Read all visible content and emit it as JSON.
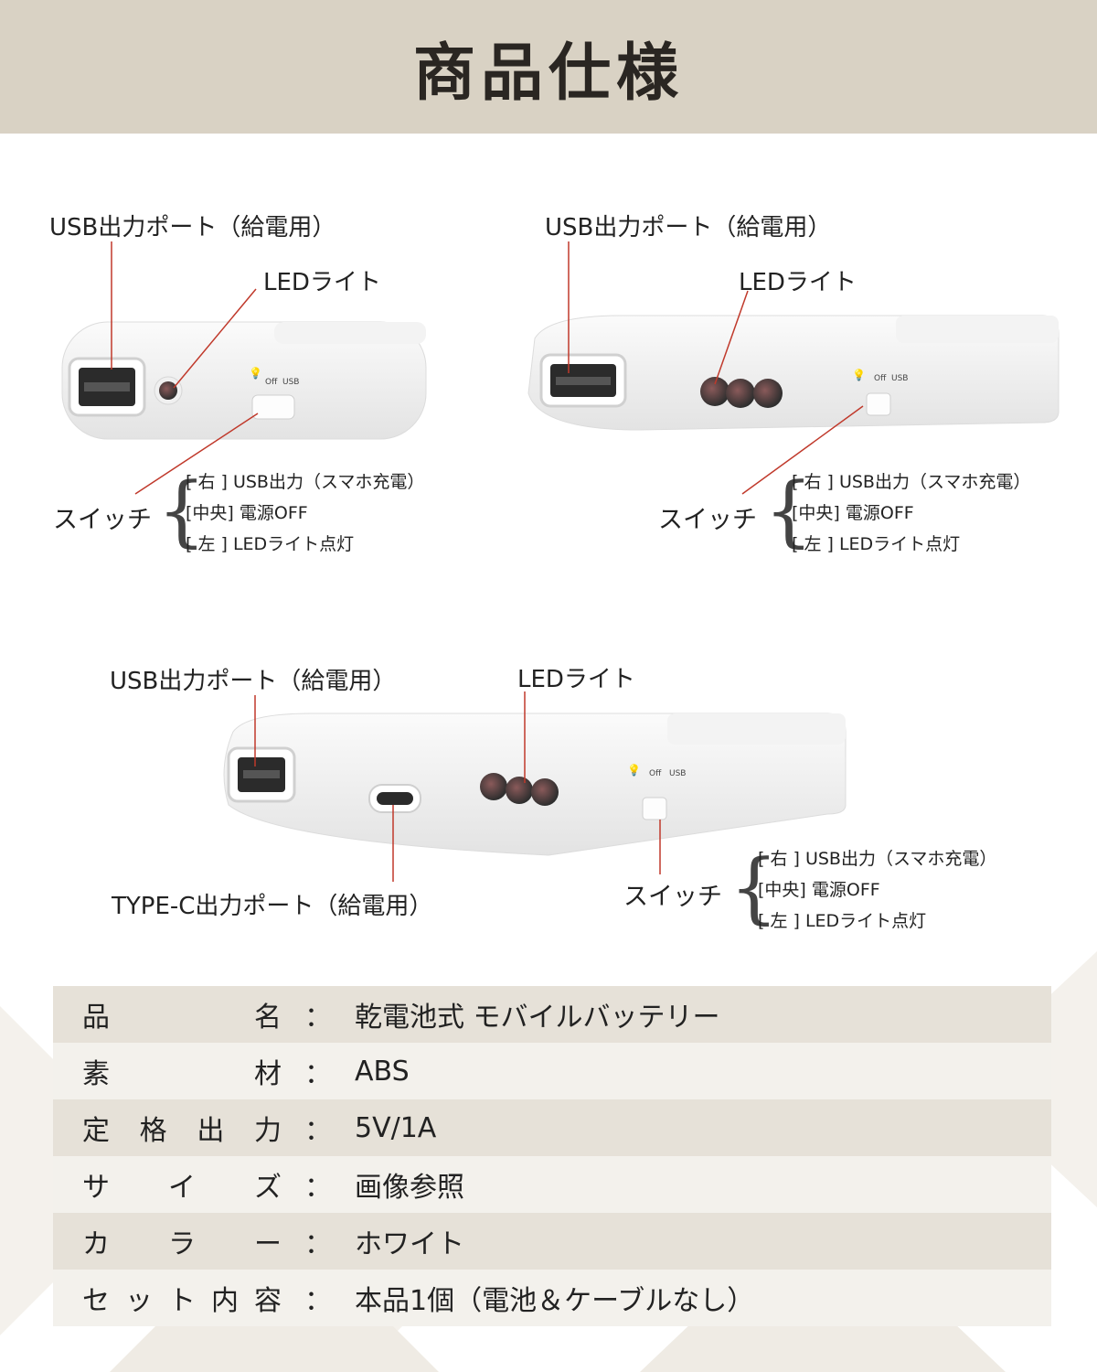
{
  "header": {
    "title": "商品仕様"
  },
  "views": [
    {
      "usb_label": "USB出力ポート（給電用）",
      "led_label": "LEDライト",
      "switch_label": "スイッチ",
      "switch_options": [
        "[ 右 ] USB出力（スマホ充電）",
        "[中央] 電源OFF",
        "[ 左 ] LEDライト点灯"
      ],
      "panel_marks": [
        "Off",
        "USB"
      ]
    },
    {
      "usb_label": "USB出力ポート（給電用）",
      "led_label": "LEDライト",
      "switch_label": "スイッチ",
      "switch_options": [
        "[ 右 ] USB出力（スマホ充電）",
        "[中央] 電源OFF",
        "[ 左 ] LEDライト点灯"
      ],
      "panel_marks": [
        "Off",
        "USB"
      ]
    },
    {
      "usb_label": "USB出力ポート（給電用）",
      "led_label": "LEDライト",
      "typec_label": "TYPE-C出力ポート（給電用）",
      "switch_label": "スイッチ",
      "switch_options": [
        "[ 右 ] USB出力（スマホ充電）",
        "[中央] 電源OFF",
        "[ 左 ] LEDライト点灯"
      ],
      "panel_marks": [
        "Off",
        "USB"
      ]
    }
  ],
  "specs": [
    {
      "label": [
        "品",
        "名"
      ],
      "value": "乾電池式 モバイルバッテリー"
    },
    {
      "label": [
        "素",
        "材"
      ],
      "value": "ABS"
    },
    {
      "label": [
        "定",
        "格",
        "出",
        "力"
      ],
      "value": "5V/1A"
    },
    {
      "label": [
        "サ",
        "イ",
        "ズ"
      ],
      "value": "画像参照"
    },
    {
      "label": [
        "カ",
        "ラ",
        "ー"
      ],
      "value": "ホワイト"
    },
    {
      "label": [
        "セ",
        "ッ",
        "ト",
        "内",
        "容"
      ],
      "value": "本品1個（電池＆ケーブルなし）"
    }
  ],
  "spec_colon": "：",
  "colors": {
    "header_bg": "#d9d2c4",
    "pointer_line": "#c0392b",
    "row_odd": "#e6e1d8",
    "row_even": "#f3f1ec"
  },
  "icons": [
    "bulb-icon"
  ]
}
